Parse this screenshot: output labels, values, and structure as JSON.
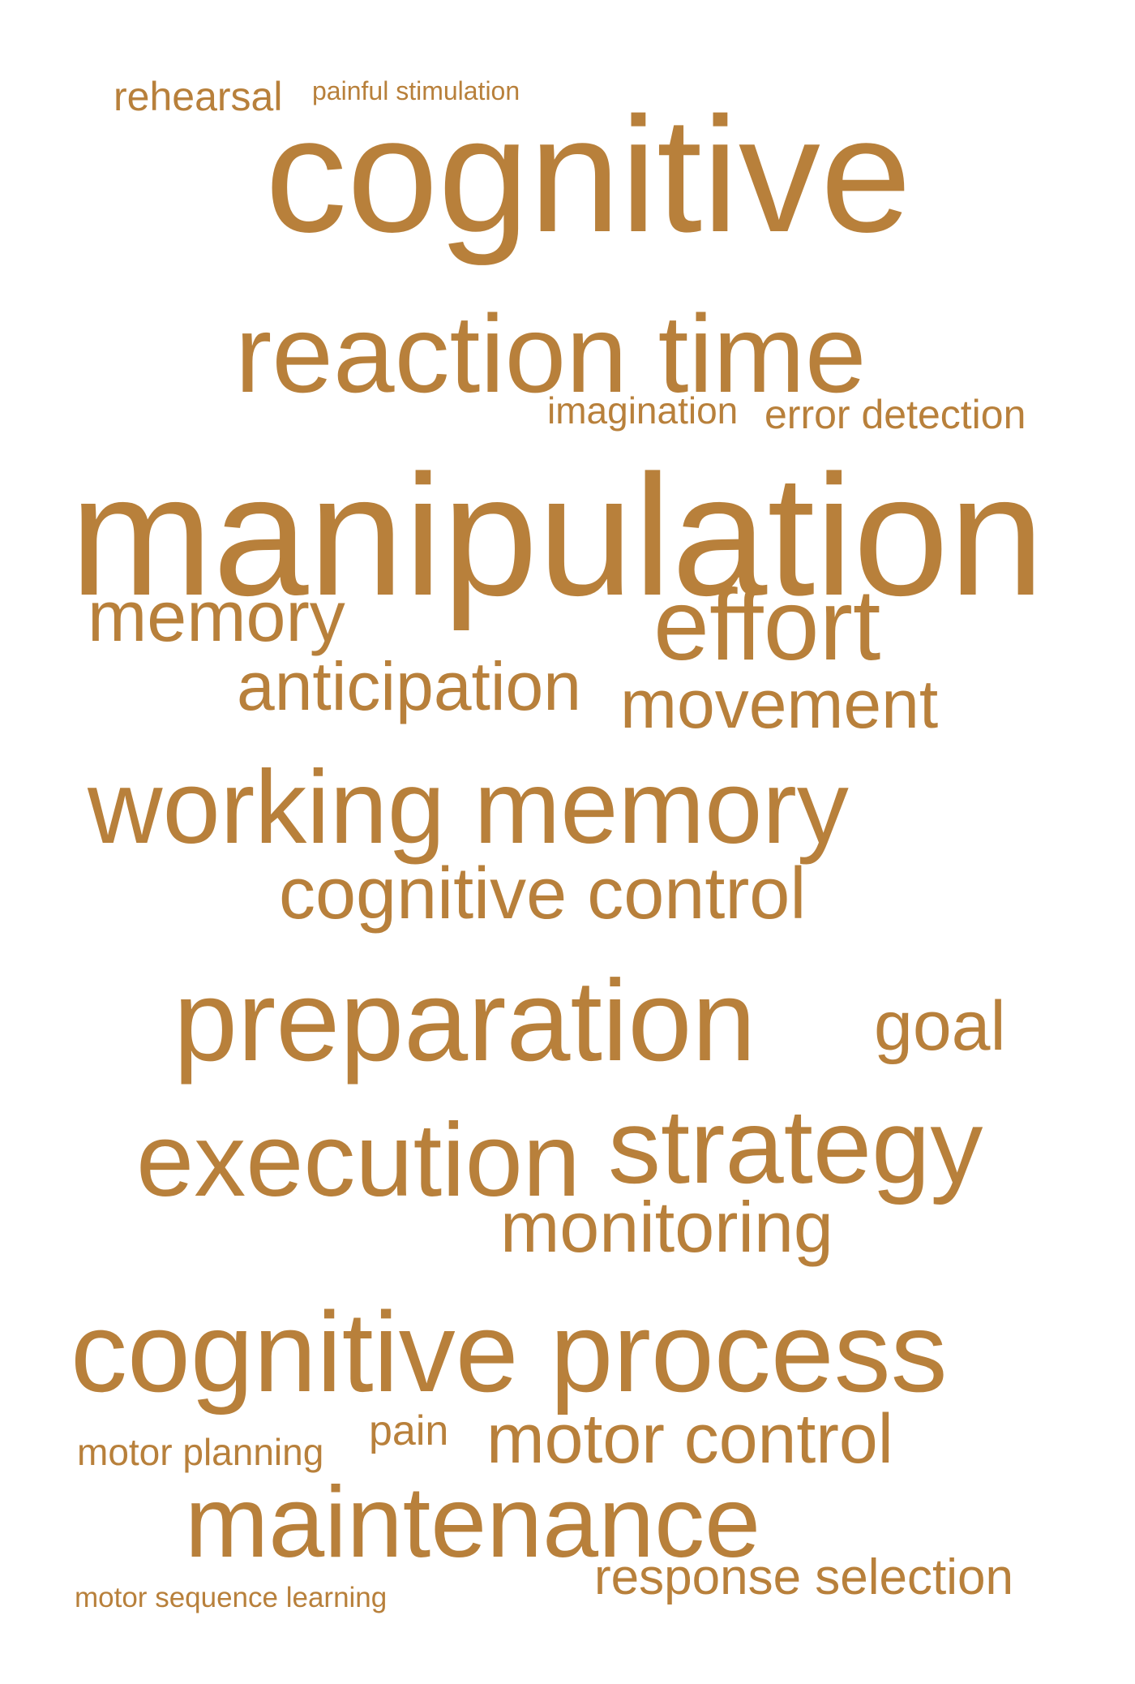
{
  "word_color": "#B8803B",
  "background_color": "#FFFFFF",
  "words": {
    "rehearsal": "rehearsal",
    "painful_stimulation": "painful stimulation",
    "cognitive": "cognitive",
    "reaction_time": "reaction time",
    "imagination": "imagination",
    "error_detection": "error detection",
    "manipulation": "manipulation",
    "memory": "memory",
    "effort": "effort",
    "anticipation": "anticipation",
    "movement": "movement",
    "working_memory": "working memory",
    "cognitive_control": "cognitive control",
    "preparation": "preparation",
    "goal": "goal",
    "execution": "execution",
    "strategy": "strategy",
    "monitoring": "monitoring",
    "cognitive_process": "cognitive process",
    "pain": "pain",
    "motor_planning": "motor planning",
    "motor_control": "motor control",
    "maintenance": "maintenance",
    "response_selection": "response selection",
    "motor_sequence_learning": "motor sequence learning"
  }
}
